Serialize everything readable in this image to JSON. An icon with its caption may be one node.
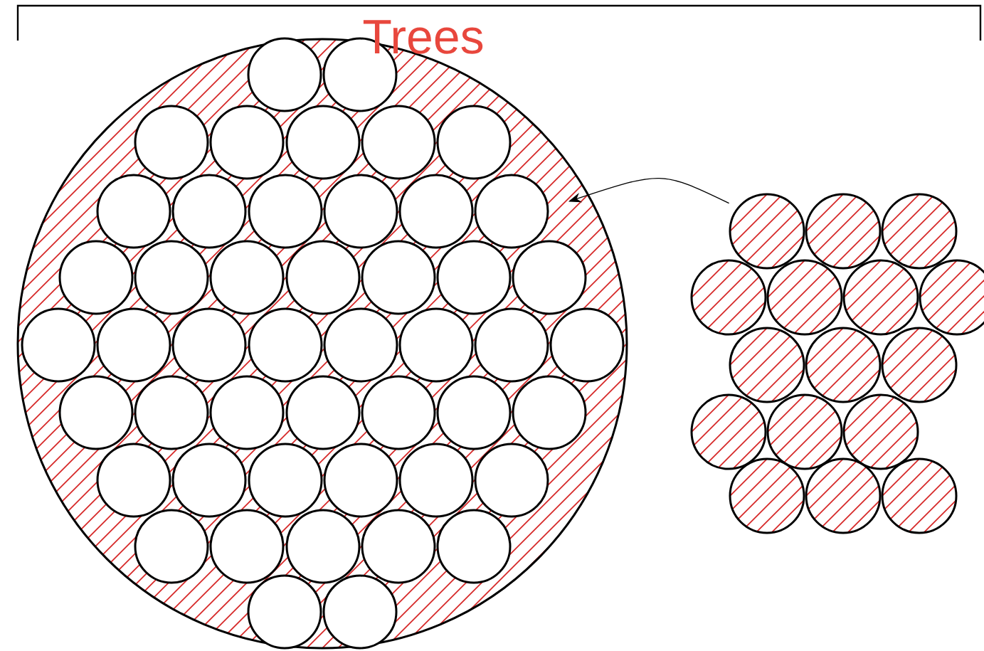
{
  "diagram": {
    "nodes": [
      {
        "text": [],
        "shape": "circle"
      },
      {
        "text": [],
        "shape": "picture"
      }
    ],
    "edges": [
      {
        "from": 1,
        "to": 0,
        "arrow": "to"
      }
    ],
    "labels": [
      "Trees"
    ]
  }
}
